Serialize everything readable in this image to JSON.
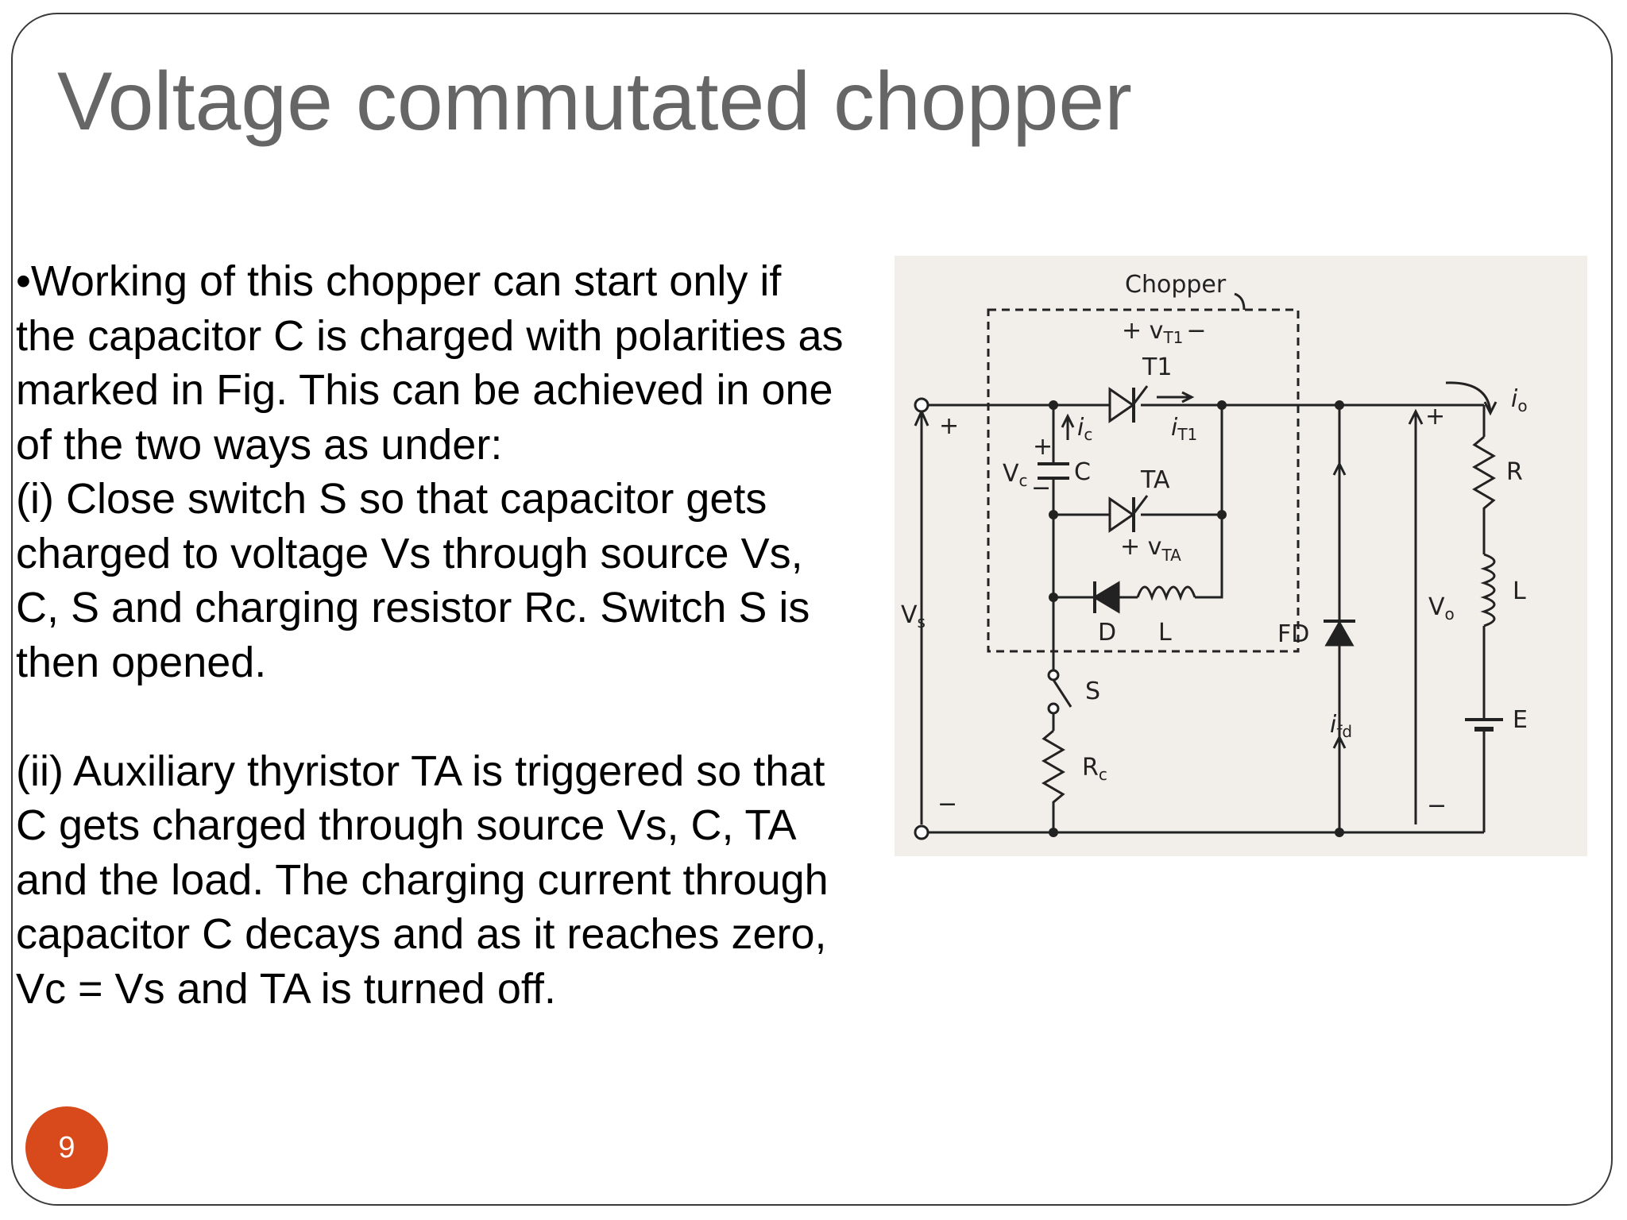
{
  "slide": {
    "title": "Voltage commutated chopper",
    "page_number": "9",
    "body": [
      "•Working of this chopper can start only if",
      "the capacitor C is charged with polarities as",
      "marked in Fig.  This can be achieved in one",
      "of the two ways as under:",
      "(i) Close switch S so that capacitor gets",
      "charged to voltage Vs through source Vs,",
      "C, S and charging resistor Rc. Switch S is",
      "then opened.",
      "(ii) Auxiliary thyristor TA is triggered so that",
      "C gets charged through source Vs, C, TA",
      "and the load. The charging current through",
      "capacitor C decays and as it reaches zero,",
      "Vc = Vs and TA is turned off."
    ]
  },
  "figure": {
    "labels": {
      "chopper": "Chopper",
      "vt1": "+ v",
      "vt1_sub": "T1",
      "vt1_minus": "−",
      "t1": "T1",
      "it1": "i",
      "it1_sub": "T1",
      "ic": "i",
      "ic_sub": "c",
      "c": "C",
      "vc": "V",
      "vc_sub": "c",
      "ta": "TA",
      "vta": "+ v",
      "vta_sub": "TA",
      "d": "D",
      "l_comm": "L",
      "s": "S",
      "rc": "R",
      "rc_sub": "c",
      "vs": "V",
      "vs_sub": "s",
      "fd": "FD",
      "ifd": "i",
      "ifd_sub": "fd",
      "vo": "V",
      "vo_sub": "o",
      "io": "i",
      "io_sub": "o",
      "r": "R",
      "l_load": "L",
      "e": "E",
      "plus": "+",
      "minus": "−"
    }
  }
}
